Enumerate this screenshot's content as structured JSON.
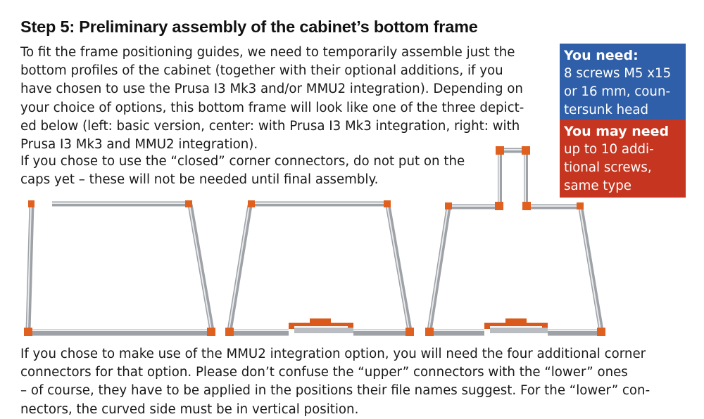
{
  "heading": "Step 5: Preliminary assembly of the cabinet’s bottom frame",
  "intro_lines": [
    "To fit the frame positioning guides, we need to temporarily assemble just the",
    "bottom profiles of the cabinet (together with their optional additions, if you",
    "have chosen to use the Prusa I3 Mk3 and/or MMU2 integration). Depending on",
    "your choice of options, this bottom frame will look like one of the three depict-",
    "ed below (left: basic version, center: with Prusa I3 Mk3 integration, right: with",
    "Prusa I3 Mk3 and MMU2 integration)."
  ],
  "closed_lines": [
    "If you chose to use the “closed” corner connectors, do not put on the",
    "caps yet – these will not be needed until final assembly."
  ],
  "mmu_lines": [
    "If you chose to make use of the MMU2 integration option, you will need the four additional corner",
    "connectors for that option. Please don’t confuse the “upper” connectors with the “lower” ones",
    "– of course, they have to be applied in the positions their file names suggest. For the “lower” con-",
    "nectors, the curved side must be in vertical position."
  ],
  "you_need": {
    "title": "You need:",
    "lines": [
      "8 screws M5 x15",
      "or 16 mm, coun-",
      "tersunk head"
    ],
    "color": "#2f5fa8"
  },
  "you_may_need": {
    "title": "You may need",
    "lines": [
      "up to 10 addi-",
      "tional screws,",
      "same type"
    ],
    "color": "#c5351f"
  },
  "colors": {
    "aluminium": "#b9bcc0",
    "connector": "#e0601f"
  }
}
